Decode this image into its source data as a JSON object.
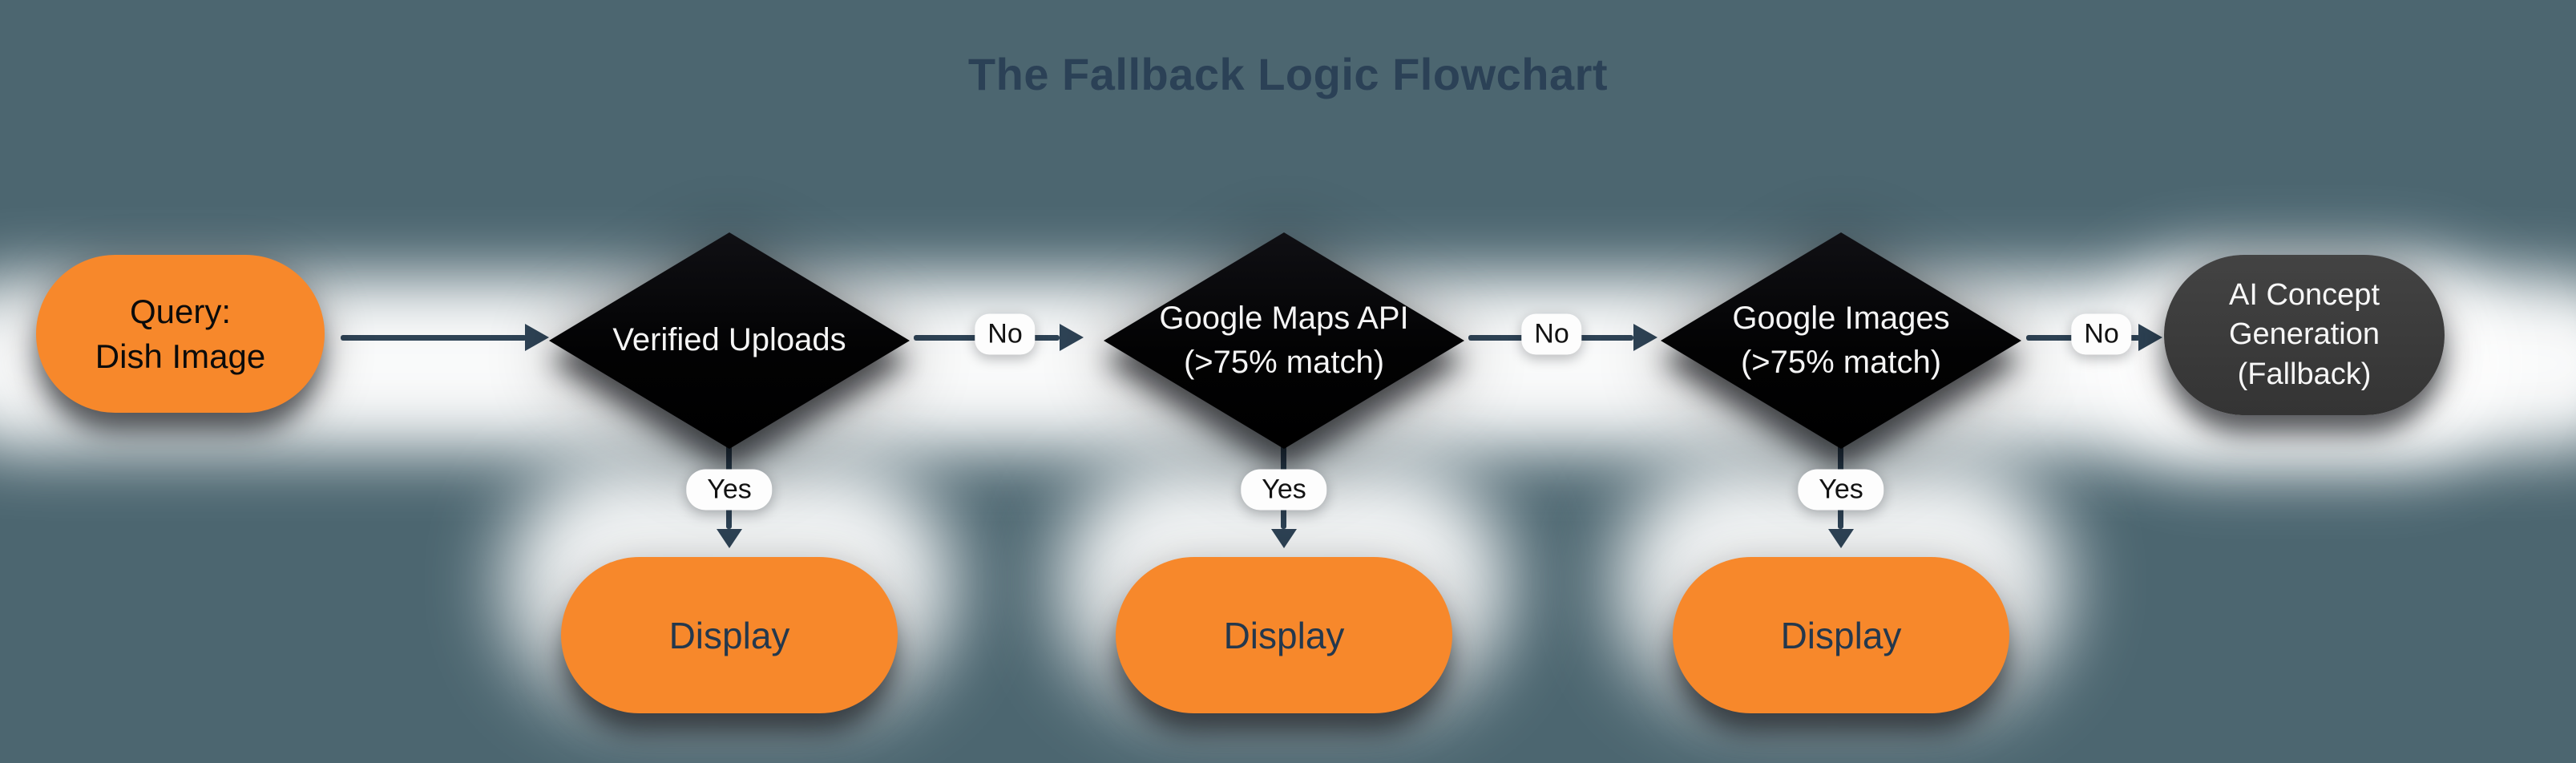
{
  "title": "The Fallback Logic Flowchart",
  "colors": {
    "background_teal": "#4C6670",
    "halo_white": "#FFFFFF",
    "accent_orange": "#F7882B",
    "decision_black": "#050505",
    "fallback_charcoal": "#3B3B3B",
    "ink_navy": "#2B4156",
    "arrow_navy": "#2E4355",
    "badge_white": "#FDFDFD",
    "display_text_navy": "#24384D"
  },
  "nodes": {
    "query": {
      "line1": "Query:",
      "line2": "Dish Image"
    },
    "decision1": {
      "line1": "Verified Uploads"
    },
    "decision2": {
      "line1": "Google Maps API",
      "line2": "(>75% match)"
    },
    "decision3": {
      "line1": "Google Images",
      "line2": "(>75% match)"
    },
    "fallback": {
      "line1": "AI Concept",
      "line2": "Generation",
      "line3": "(Fallback)"
    },
    "display1": {
      "label": "Display"
    },
    "display2": {
      "label": "Display"
    },
    "display3": {
      "label": "Display"
    }
  },
  "edge_labels": {
    "no1": "No",
    "no2": "No",
    "no3": "No",
    "yes1": "Yes",
    "yes2": "Yes",
    "yes3": "Yes"
  }
}
